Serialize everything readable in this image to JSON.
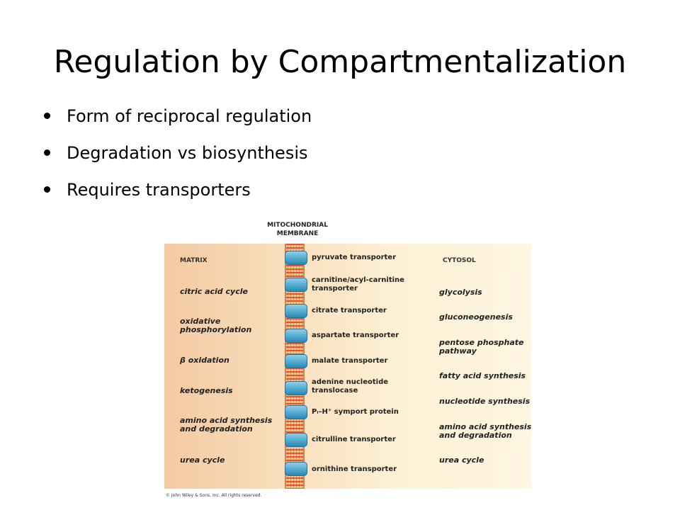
{
  "slide": {
    "title": "Regulation by Compartmentalization",
    "bullets": [
      "Form of reciprocal regulation",
      "Degradation vs biosynthesis",
      "Requires transporters"
    ]
  },
  "figure": {
    "membrane_title": "MITOCHONDRIAL\nMEMBRANE",
    "matrix_label": "MATRIX",
    "cytosol_label": "CYTOSOL",
    "matrix_items": [
      "citric acid cycle",
      "oxidative\nphosphorylation",
      "β oxidation",
      "ketogenesis",
      "amino acid synthesis\nand degradation",
      "urea cycle"
    ],
    "transporters": [
      "pyruvate transporter",
      "carnitine/acyl-carnitine\ntransporter",
      "citrate transporter",
      "aspartate transporter",
      "malate transporter",
      "adenine nucleotide\ntranslocase",
      "Pᵢ–H⁺ symport protein",
      "citrulline transporter",
      "ornithine transporter"
    ],
    "cytosol_items": [
      "glycolysis",
      "gluconeogenesis",
      "pentose phosphate\npathway",
      "fatty acid synthesis",
      "nucleotide synthesis",
      "amino acid synthesis\nand degradation",
      "urea cycle"
    ],
    "copyright": "© John Wiley & Sons, Inc. All rights reserved.",
    "colors": {
      "membrane": "#e4533a",
      "protein": "#4aa6cc",
      "matrix": "#f3c9a2",
      "cytosol": "#fff6e2"
    }
  }
}
